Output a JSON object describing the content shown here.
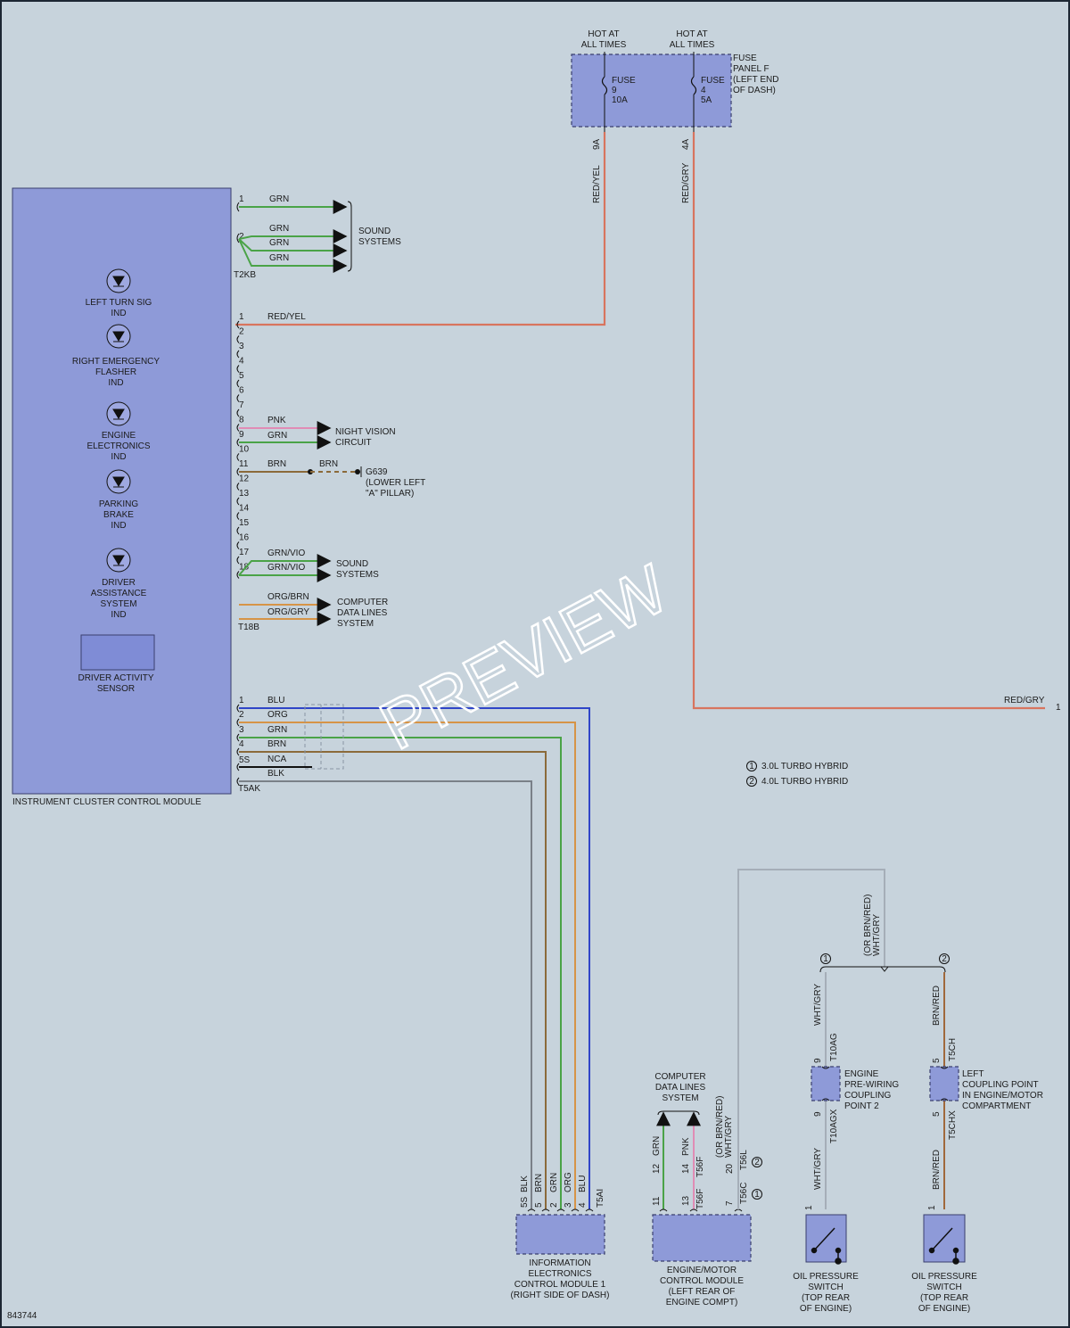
{
  "diagram_id": "843744",
  "watermark": "PREVIEW",
  "fuse_panel": {
    "hot1": [
      "HOT AT",
      "ALL TIMES"
    ],
    "hot2": [
      "HOT AT",
      "ALL TIMES"
    ],
    "label": [
      "FUSE",
      "PANEL F",
      "(LEFT END",
      "OF DASH)"
    ],
    "fuse1": [
      "FUSE",
      "9",
      "10A"
    ],
    "fuse2": [
      "FUSE",
      "4",
      "5A"
    ],
    "pin1": "9A",
    "pin2": "4A",
    "wire1": "RED/YEL",
    "wire2": "RED/GRY"
  },
  "cluster": {
    "name": "INSTRUMENT CLUSTER CONTROL MODULE",
    "indicators": [
      [
        "LEFT TURN SIG",
        "IND"
      ],
      [
        "RIGHT EMERGENCY",
        "FLASHER",
        "IND"
      ],
      [
        "ENGINE",
        "ELECTRONICS",
        "IND"
      ],
      [
        "PARKING",
        "BRAKE",
        "IND"
      ],
      [
        "DRIVER",
        "ASSISTANCE",
        "SYSTEM",
        "IND"
      ]
    ],
    "sensor": [
      "DRIVER ACTIVITY",
      "SENSOR"
    ]
  },
  "t2kb": {
    "connector": "T2KB",
    "pin1": "1",
    "pin2": "2",
    "wires": [
      "GRN",
      "GRN",
      "GRN",
      "GRN"
    ],
    "dest": [
      "SOUND",
      "SYSTEMS"
    ]
  },
  "t18b": {
    "connector": "T18B",
    "pins": [
      "1",
      "2",
      "3",
      "4",
      "5",
      "6",
      "7",
      "8",
      "9",
      "10",
      "11",
      "12",
      "13",
      "14",
      "15",
      "16",
      "17",
      "18"
    ],
    "w1": "RED/YEL",
    "w8": "PNK",
    "w9": "GRN",
    "w10": "BRN",
    "w10b": "BRN",
    "w16a": "GRN/VIO",
    "w16b": "GRN/VIO",
    "w17": "ORG/BRN",
    "w18": "ORG/GRY",
    "night": [
      "NIGHT VISION",
      "CIRCUIT"
    ],
    "ground": [
      "G639",
      "(LOWER LEFT",
      "\"A\" PILLAR)"
    ],
    "sound": [
      "SOUND",
      "SYSTEMS"
    ],
    "cdl": [
      "COMPUTER",
      "DATA LINES",
      "SYSTEM"
    ]
  },
  "t5ak": {
    "connector": "T5AK",
    "pins": [
      "1",
      "2",
      "3",
      "4",
      "5S"
    ],
    "wires": [
      "BLU",
      "ORG",
      "GRN",
      "BRN",
      "NCA",
      "BLK"
    ]
  },
  "redgry_right": {
    "wire": "RED/GRY",
    "ref": "1"
  },
  "legend": [
    {
      "num": "1",
      "text": "3.0L TURBO HYBRID"
    },
    {
      "num": "2",
      "text": "4.0L TURBO HYBRID"
    }
  ],
  "info_module": {
    "name": [
      "INFORMATION",
      "ELECTRONICS",
      "CONTROL MODULE 1",
      "(RIGHT SIDE OF DASH)"
    ],
    "connector": "T5AI",
    "pins": [
      "5S",
      "5",
      "2",
      "3",
      "4"
    ],
    "wires": [
      "BLK",
      "BRN",
      "GRN",
      "ORG",
      "BLU"
    ]
  },
  "ecm": {
    "cdl": [
      "COMPUTER",
      "DATA LINES",
      "SYSTEM"
    ],
    "name": [
      "ENGINE/MOTOR",
      "CONTROL MODULE",
      "(LEFT REAR OF",
      "ENGINE COMPT)"
    ],
    "pin11": "11",
    "pin12": "12",
    "w12": "GRN",
    "pin13": "13",
    "pin14": "14",
    "w14": "PNK",
    "t56f": "T56F",
    "t56f2": "T56F",
    "pin7": "7",
    "pin20": "20",
    "t56c": "T56C",
    "t56l": "T56L",
    "wire_alt": [
      "(OR BRN/RED)",
      "WHT/GRY"
    ],
    "ref1": "1",
    "ref2": "2"
  },
  "branch": {
    "wire_alt": [
      "(OR BRN/RED)",
      "WHT/GRY"
    ],
    "ref1": "1",
    "ref2": "2"
  },
  "left_branch": {
    "wire_top": "WHT/GRY",
    "pin_a": "9",
    "conn_a": "T10AG",
    "coupler": [
      "ENGINE",
      "PRE-WIRING",
      "COUPLING",
      "POINT 2"
    ],
    "pin_b": "9",
    "conn_b": "T10AGX",
    "wire_bot": "WHT/GRY",
    "pin_sw": "1",
    "switch": [
      "OIL PRESSURE",
      "SWITCH",
      "(TOP REAR",
      "OF ENGINE)"
    ]
  },
  "right_branch": {
    "wire_top": "BRN/RED",
    "pin_a": "5",
    "conn_a": "T5CH",
    "coupler": [
      "LEFT",
      "COUPLING POINT",
      "IN ENGINE/MOTOR",
      "COMPARTMENT"
    ],
    "pin_b": "5",
    "conn_b": "T5CHX",
    "wire_bot": "BRN/RED",
    "pin_sw": "1",
    "switch": [
      "OIL PRESSURE",
      "SWITCH",
      "(TOP REAR",
      "OF ENGINE)"
    ]
  }
}
